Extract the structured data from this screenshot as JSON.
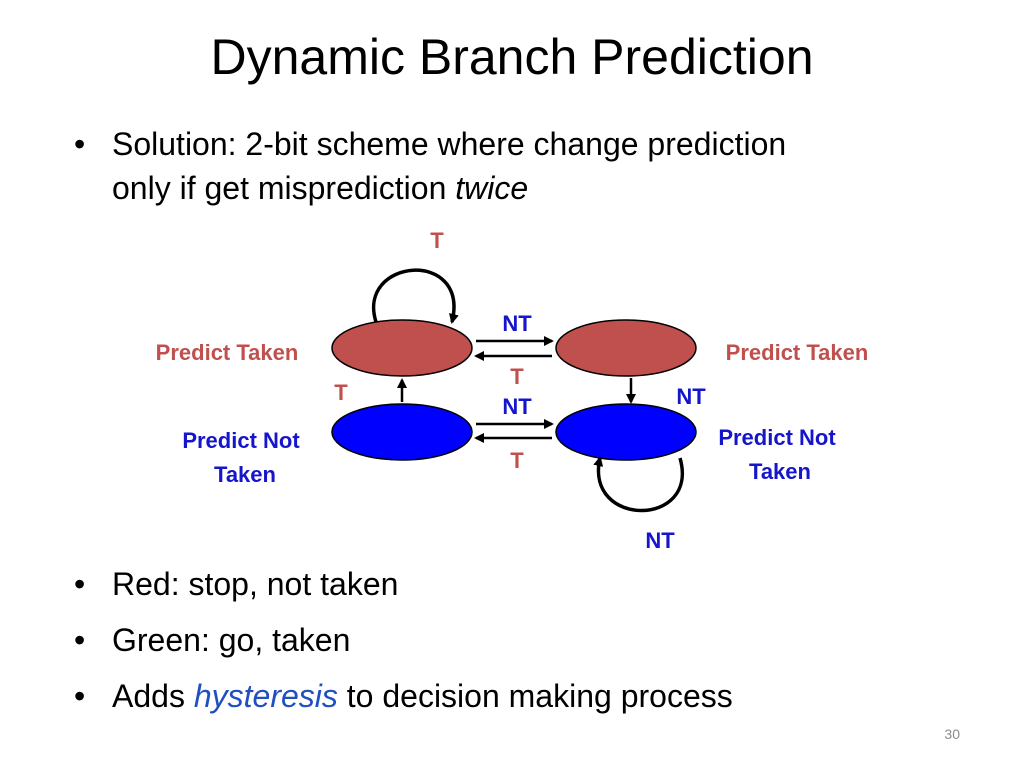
{
  "slide": {
    "title": "Dynamic Branch Prediction",
    "page_number": "30"
  },
  "bullets": {
    "solution_prefix": "Solution: 2-bit scheme where change prediction only if get misprediction",
    "solution_emphasis": "twice",
    "red": "Red: stop, not taken",
    "green": "Green: go, taken",
    "adds_prefix": "Adds",
    "adds_emphasis": "hysteresis",
    "adds_suffix": "to decision making process"
  },
  "diagram": {
    "states": [
      {
        "label": "Predict Taken"
      },
      {
        "label": "Predict Taken"
      },
      {
        "label_line1": "Predict Not",
        "label_line2": "Taken"
      },
      {
        "label_line1": "Predict Not",
        "label_line2": "Taken"
      }
    ],
    "transitions": {
      "top_self_loop": "T",
      "top_right": "NT",
      "top_left": "T",
      "left_up": "T",
      "right_down": "NT",
      "bottom_right": "NT",
      "bottom_left": "T",
      "bottom_self_loop": "NT"
    },
    "colors": {
      "taken_state": "#c0504d",
      "not_taken_state": "#0000ff",
      "taken_label": "#c0504d",
      "not_taken_label": "#1515cc"
    }
  }
}
